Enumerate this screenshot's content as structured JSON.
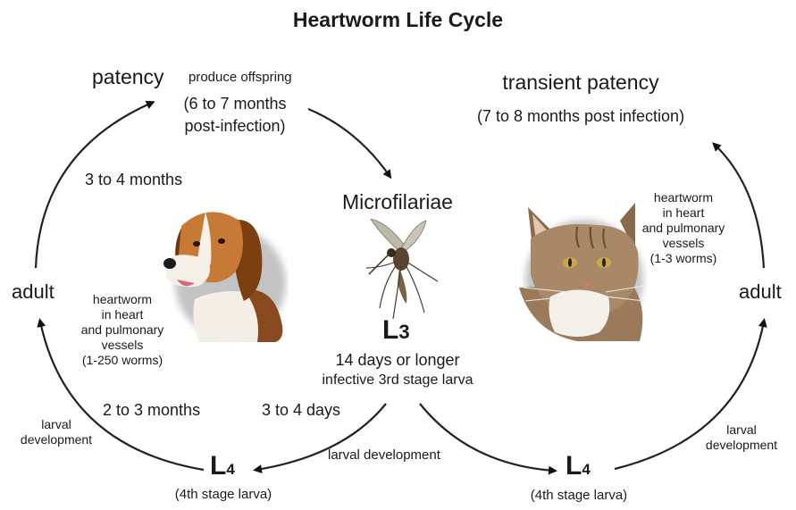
{
  "title": "Heartworm Life Cycle",
  "dog_side": {
    "patency": "patency",
    "produce_offspring": "produce offspring",
    "patency_time_1": "(6 to 7 months",
    "patency_time_2": "post-infection)",
    "adult": "adult",
    "adult_duration": "3 to 4 months",
    "heartworm_note": [
      "heartworm",
      "in heart",
      "and pulmonary",
      "vessels",
      "(1-250 worms)"
    ],
    "l4_duration": "2 to 3 months",
    "larval_development": [
      "larval",
      "development"
    ],
    "l3_to_l4": "3 to 4 days"
  },
  "center": {
    "microfilariae": "Microfilariae",
    "l3_letter": "L",
    "l3_sub": "3",
    "l3_duration": "14 days or longer",
    "l3_desc": "infective 3rd stage larva",
    "larval_development": "larval development"
  },
  "l4_letter": "L",
  "l4_sub": "4",
  "l4_desc": "(4th stage larva)",
  "cat_side": {
    "transient_patency": "transient patency",
    "patency_time": "(7 to 8 months post infection)",
    "adult": "adult",
    "heartworm_note": [
      "heartworm",
      "in heart",
      "and pulmonary",
      "vessels",
      "(1-3 worms)"
    ],
    "larval_development": [
      "larval",
      "development"
    ]
  },
  "icons": [
    "dog-photo-icon",
    "mosquito-icon",
    "cat-photo-icon"
  ]
}
